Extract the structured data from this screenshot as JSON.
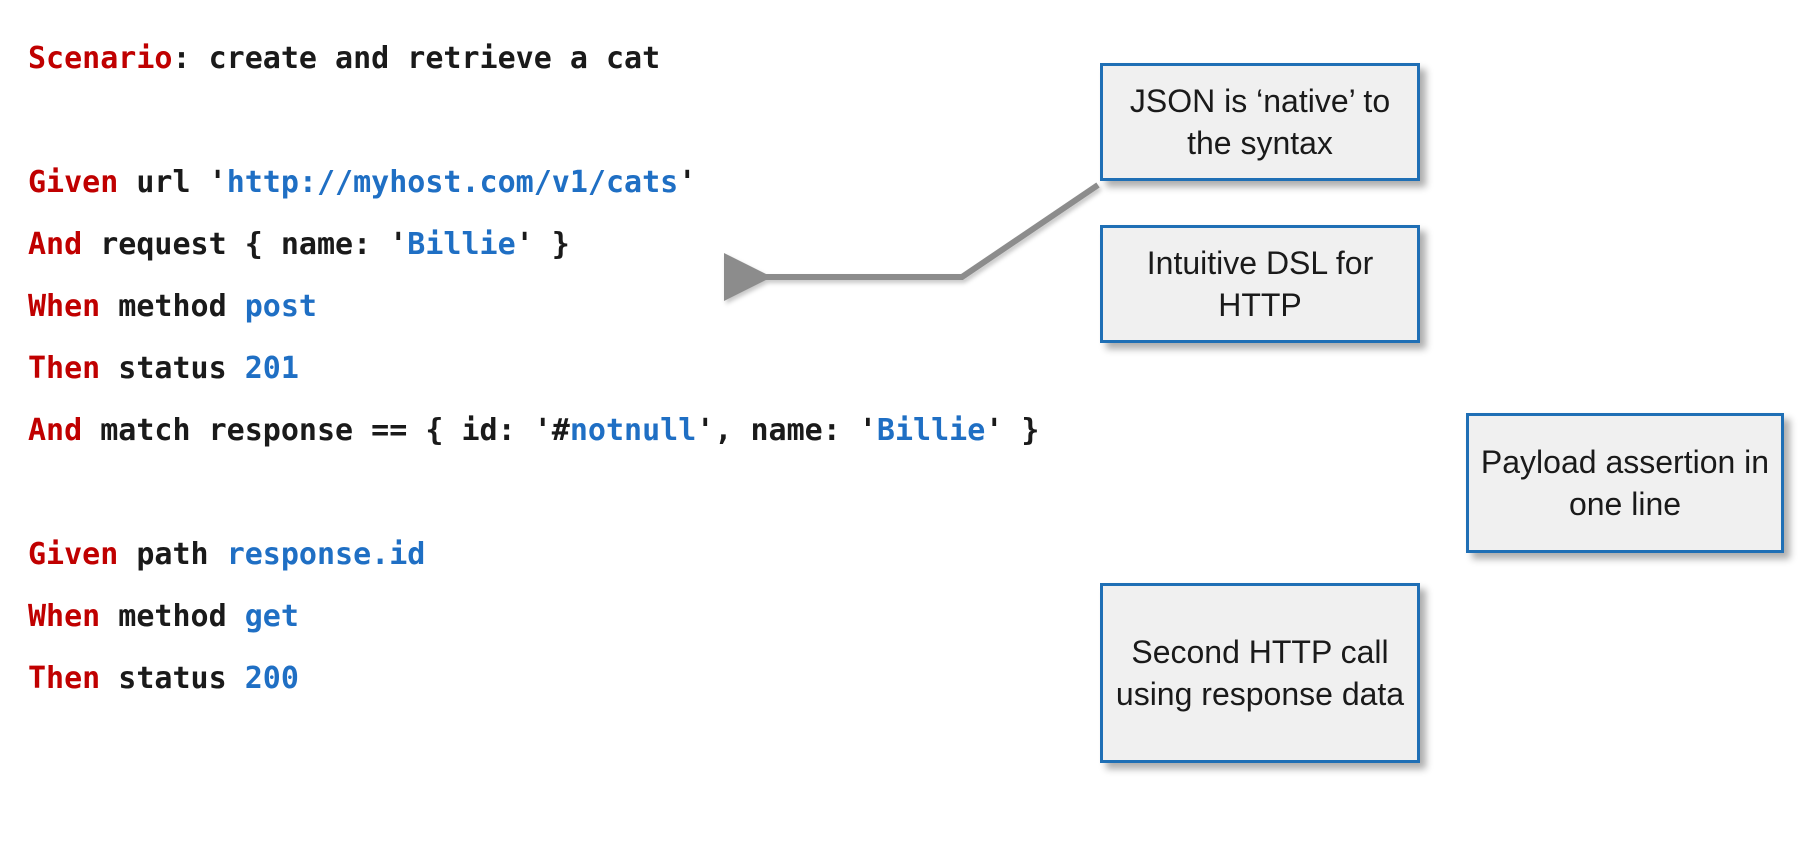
{
  "slide": {
    "background_color": "#FFFFFF",
    "keyword_color": "#C00000",
    "value_color": "#1F6FC4",
    "text_color": "#1A1A1A",
    "callout_border_color": "#1F6FB5",
    "callout_fill_color": "#F0F0F0",
    "arrow_color": "#8C8C8C"
  },
  "code": {
    "lines": [
      {
        "id": "scenario",
        "segments": [
          {
            "text": "Scenario",
            "kind": "keyword"
          },
          {
            "text": ": create and retrieve a cat",
            "kind": "plain"
          }
        ]
      },
      {
        "id": "blank-1",
        "segments": []
      },
      {
        "id": "given-url",
        "segments": [
          {
            "text": "Given",
            "kind": "keyword"
          },
          {
            "text": " url ",
            "kind": "plain"
          },
          {
            "text": "'",
            "kind": "plain"
          },
          {
            "text": "http://myhost.com/v1/cats",
            "kind": "value"
          },
          {
            "text": "'",
            "kind": "plain"
          }
        ]
      },
      {
        "id": "and-request",
        "segments": [
          {
            "text": "And",
            "kind": "keyword"
          },
          {
            "text": " request { name: ",
            "kind": "plain"
          },
          {
            "text": "'",
            "kind": "plain"
          },
          {
            "text": "Billie",
            "kind": "value"
          },
          {
            "text": "' }",
            "kind": "plain"
          }
        ]
      },
      {
        "id": "when-method-post",
        "segments": [
          {
            "text": "When",
            "kind": "keyword"
          },
          {
            "text": " method ",
            "kind": "plain"
          },
          {
            "text": "post",
            "kind": "value"
          }
        ]
      },
      {
        "id": "then-status-201",
        "segments": [
          {
            "text": "Then",
            "kind": "keyword"
          },
          {
            "text": " status ",
            "kind": "plain"
          },
          {
            "text": "201",
            "kind": "value"
          }
        ]
      },
      {
        "id": "and-match-response",
        "segments": [
          {
            "text": "And",
            "kind": "keyword"
          },
          {
            "text": " match response == { id: ",
            "kind": "plain"
          },
          {
            "text": "'#",
            "kind": "plain"
          },
          {
            "text": "notnull",
            "kind": "value"
          },
          {
            "text": "', name: ",
            "kind": "plain"
          },
          {
            "text": "'",
            "kind": "plain"
          },
          {
            "text": "Billie",
            "kind": "value"
          },
          {
            "text": "' }",
            "kind": "plain"
          }
        ]
      },
      {
        "id": "blank-2",
        "segments": []
      },
      {
        "id": "given-path",
        "segments": [
          {
            "text": "Given",
            "kind": "keyword"
          },
          {
            "text": " path ",
            "kind": "plain"
          },
          {
            "text": "response.id",
            "kind": "value"
          }
        ]
      },
      {
        "id": "when-method-get",
        "segments": [
          {
            "text": "When",
            "kind": "keyword"
          },
          {
            "text": " method ",
            "kind": "plain"
          },
          {
            "text": "get",
            "kind": "value"
          }
        ]
      },
      {
        "id": "then-status-200",
        "segments": [
          {
            "text": "Then",
            "kind": "keyword"
          },
          {
            "text": " status ",
            "kind": "plain"
          },
          {
            "text": "200",
            "kind": "value"
          }
        ]
      }
    ]
  },
  "callouts": {
    "json_native": {
      "text": "JSON is ‘native’ to the syntax"
    },
    "intuitive_dsl": {
      "text": "Intuitive DSL for HTTP"
    },
    "payload_assertion": {
      "text": "Payload assertion in one line"
    },
    "second_http": {
      "text": "Second HTTP call using response data"
    }
  }
}
